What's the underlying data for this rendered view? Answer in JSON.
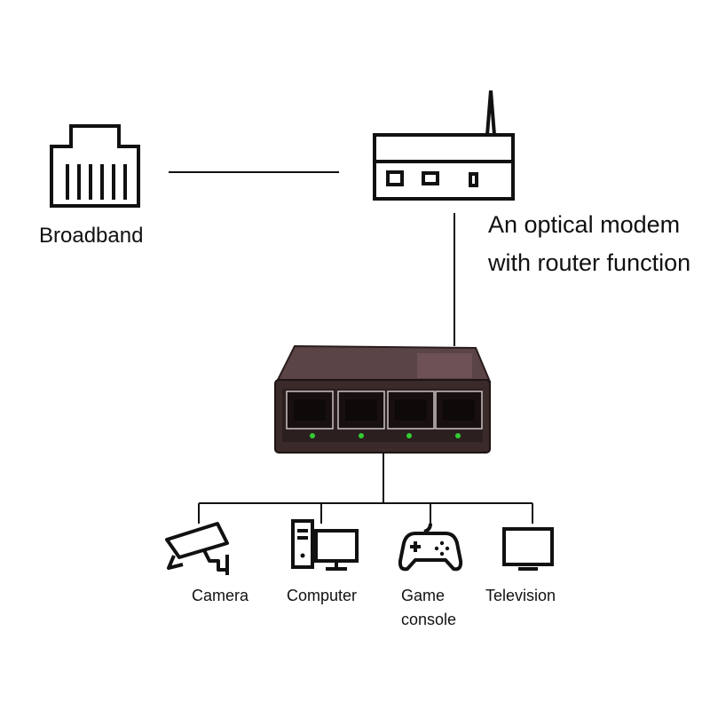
{
  "broadband": {
    "label": "Broadband"
  },
  "modem": {
    "line1": "An optical modem",
    "line2": "with router function"
  },
  "devices": {
    "camera": "Camera",
    "computer": "Computer",
    "game_line1": "Game",
    "game_line2": "console",
    "television": "Television"
  },
  "icons": [
    "rj45-jack-icon",
    "router-icon",
    "network-switch-icon",
    "camera-icon",
    "computer-icon",
    "gamepad-icon",
    "television-icon"
  ],
  "colors": {
    "line": "#111111",
    "switch_body": "#3a2a2a",
    "port_led": "#33cc33"
  }
}
